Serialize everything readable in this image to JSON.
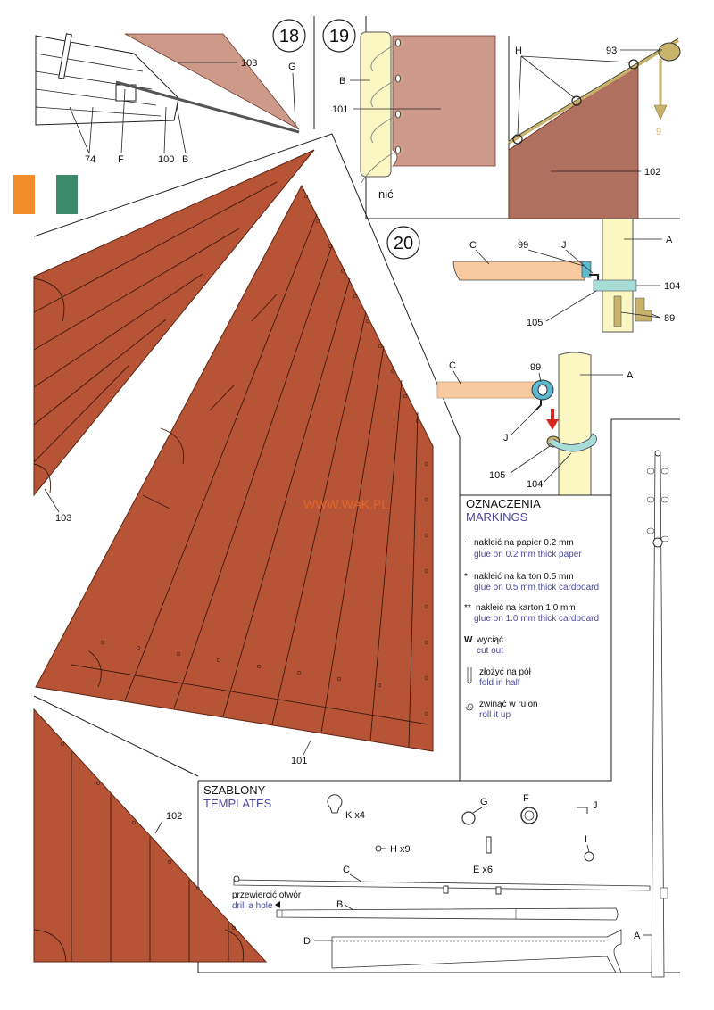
{
  "steps": {
    "s18": "18",
    "s19": "19",
    "s20": "20"
  },
  "parts": {
    "p103": "103",
    "p101": "101",
    "p102": "102",
    "p93": "93",
    "p99": "99",
    "p104": "104",
    "p105": "105",
    "p89": "89",
    "p74": "74",
    "p100": "100",
    "p9": "9",
    "nic": "nić",
    "A": "A",
    "B": "B",
    "C": "C",
    "D": "D",
    "F": "F",
    "G": "G",
    "H": "H",
    "J": "J",
    "I": "I"
  },
  "watermark": "WWW.WAK.PL",
  "flag_colors": [
    "#f28c28",
    "#ffffff",
    "#3a8a6b"
  ],
  "colors": {
    "sail": "#b85436",
    "sail_light": "#cd9a8a",
    "sail_mid": "#b07060",
    "mast": "#fbf7c2",
    "boom": "#f8caa0",
    "clamp": "#a8ddd6",
    "accent_blue": "#4a4a9a",
    "arrow_red": "#d8281e",
    "hook_yellow": "#c9b26a"
  },
  "markings": {
    "title_pl": "OZNACZENIA",
    "title_en": "MARKINGS",
    "items": [
      {
        "sym": "·",
        "pl": "nakleić na papier 0.2 mm",
        "en": "glue on 0.2 mm thick paper"
      },
      {
        "sym": "*",
        "pl": "nakleić na karton 0.5 mm",
        "en": "glue on 0.5 mm thick cardboard"
      },
      {
        "sym": "**",
        "pl": "nakleić na karton 1.0 mm",
        "en": "glue on 1.0 mm thick cardboard"
      },
      {
        "sym": "W",
        "pl": "wyciąć",
        "en": "cut out"
      },
      {
        "sym": "fold-icon",
        "pl": "złożyć na pół",
        "en": "fold in half"
      },
      {
        "sym": "roll-icon",
        "pl": "zwinąć w rulon",
        "en": "roll it up"
      }
    ]
  },
  "templates": {
    "title_pl": "SZABLONY",
    "title_en": "TEMPLATES",
    "k": "K x4",
    "h": "H x9",
    "e": "E x6",
    "drill_pl": "przewiercić otwór",
    "drill_en": "drill a hole"
  }
}
